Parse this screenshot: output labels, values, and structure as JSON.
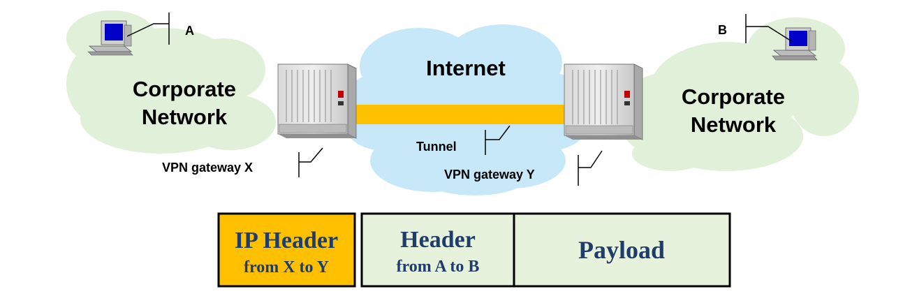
{
  "labels": {
    "host_a": "A",
    "host_b": "B",
    "internet": "Internet",
    "corp_left_line1": "Corporate",
    "corp_left_line2": "Network",
    "corp_right_line1": "Corporate",
    "corp_right_line2": "Network",
    "tunnel": "Tunnel",
    "gateway_x": "VPN gateway X",
    "gateway_y": "VPN gateway Y"
  },
  "packet": {
    "ip_header_title": "IP Header",
    "ip_header_sub": "from X to Y",
    "header_title": "Header",
    "header_sub": "from A to B",
    "payload": "Payload"
  },
  "colors": {
    "cloud_corporate": "#e1f0d8",
    "cloud_internet": "#c6e8f8",
    "tunnel": "#ffc000",
    "ip_header_fill": "#ffc000",
    "inner_fill": "#e6f2dc",
    "packet_text": "#1f3d6b"
  }
}
